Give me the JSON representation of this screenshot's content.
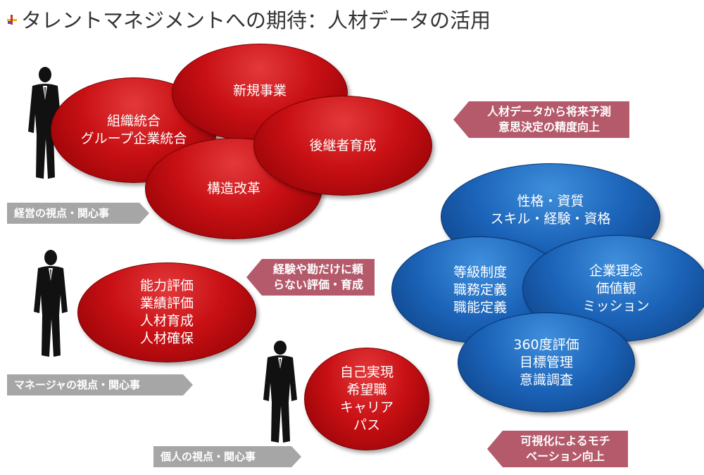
{
  "title": "タレントマネジメントへの期待：人材データの活用",
  "red_ellipses": {
    "soshiki": [
      "組織統合",
      "グループ企業統合"
    ],
    "shinki": [
      "新規事業"
    ],
    "kokeisha": [
      "後継者育成"
    ],
    "kozo": [
      "構造改革"
    ],
    "noryoku": [
      "能力評価",
      "業績評価",
      "人材育成",
      "人材確保"
    ],
    "jiko": [
      "自己実現",
      "希望職",
      "キャリア",
      "パス"
    ]
  },
  "blue_ellipses": {
    "seikaku": [
      "性格・資質",
      "スキル・経験・資格"
    ],
    "tokyu": [
      "等級制度",
      "職務定義",
      "職能定義"
    ],
    "kigyo": [
      "企業理念",
      "価値観",
      "ミッション"
    ],
    "hyoka360": [
      "360度評価",
      "目標管理",
      "意識調査"
    ]
  },
  "callouts": {
    "yosoku": [
      "人材データから将来予測",
      "意思決定の精度向上"
    ],
    "kan": [
      "経験や勘だけに頼",
      "らない評価・育成"
    ],
    "kashika": [
      "可視化によるモチ",
      "ベーション向上"
    ]
  },
  "tags": {
    "keiei": "経営の視点・関心事",
    "manager": "マネージャの視点・関心事",
    "kojin": "個人の視点・関心事"
  },
  "colors": {
    "red": "#c81014",
    "blue": "#1b63b8",
    "callout": "#b45a6b",
    "tag": "#a6a6a6"
  }
}
